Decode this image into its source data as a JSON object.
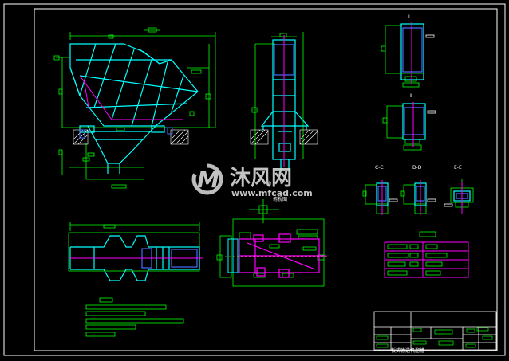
{
  "drawing": {
    "section_labels": {
      "top_right_a": "Ⅰ",
      "top_right_b": "Ⅱ",
      "small_c": "C-C",
      "small_d": "D-D",
      "small_e": "E-E",
      "center_view": "俯视图"
    },
    "title_block": {
      "caption": "板式输送机溜槽"
    },
    "watermark": {
      "brand": "沐风网",
      "url": "www.mfcad.com"
    },
    "colors": {
      "background": "#000000",
      "frame": "#ffffff",
      "cyan": "#00ffff",
      "green": "#00ff00",
      "magenta": "#ff00ff",
      "yellow": "#ffff00",
      "blue": "#4a6cff"
    }
  }
}
